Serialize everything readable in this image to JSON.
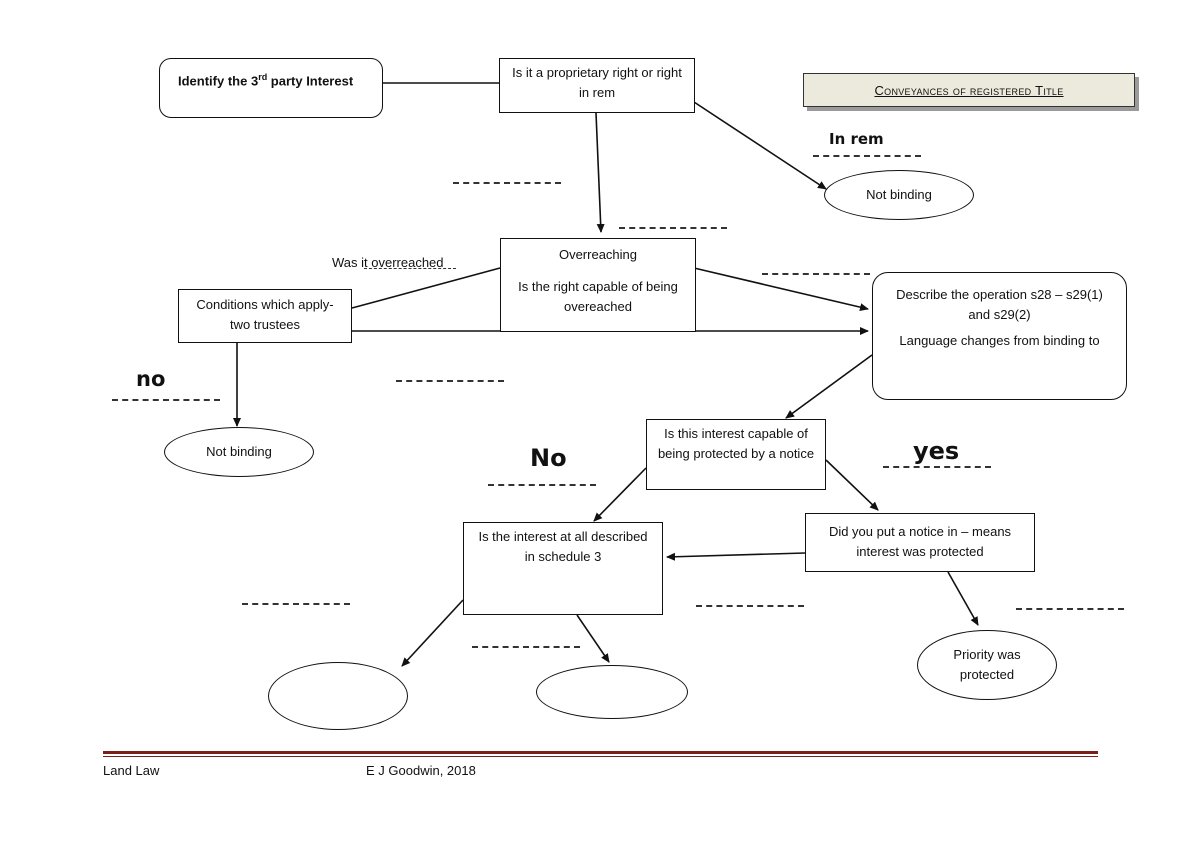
{
  "title": "Conveyances of registered Title",
  "boxes": {
    "identify": {
      "pre": "Identify the 3",
      "sup": "rd",
      "post": " party Interest"
    },
    "proprietary": "Is it a proprietary right or right in rem",
    "overreaching_title": "Overreaching",
    "overreaching_body": "Is the right capable of being overeached",
    "conditions": "Conditions which apply- two trustees",
    "describe_1": "Describe the operation s28 – s29(1) and s29(2)",
    "describe_2": "Language changes from binding to",
    "notice_capable": "Is this interest capable of being protected by a notice",
    "schedule3": "Is the interest at all described in schedule 3",
    "notice_put": "Did you put a notice in – means interest was protected"
  },
  "ovals": {
    "not_binding_top": "Not binding",
    "not_binding_left": "Not binding",
    "priority": "Priority was protected",
    "blank_left": "",
    "blank_right": ""
  },
  "labels": {
    "in_rem": "In rem",
    "was_overreached": "Was it overreached",
    "no_left": "no",
    "no_center": "No",
    "yes": "yes"
  },
  "footer": {
    "left": "Land Law",
    "right": "E J Goodwin, 2018"
  }
}
